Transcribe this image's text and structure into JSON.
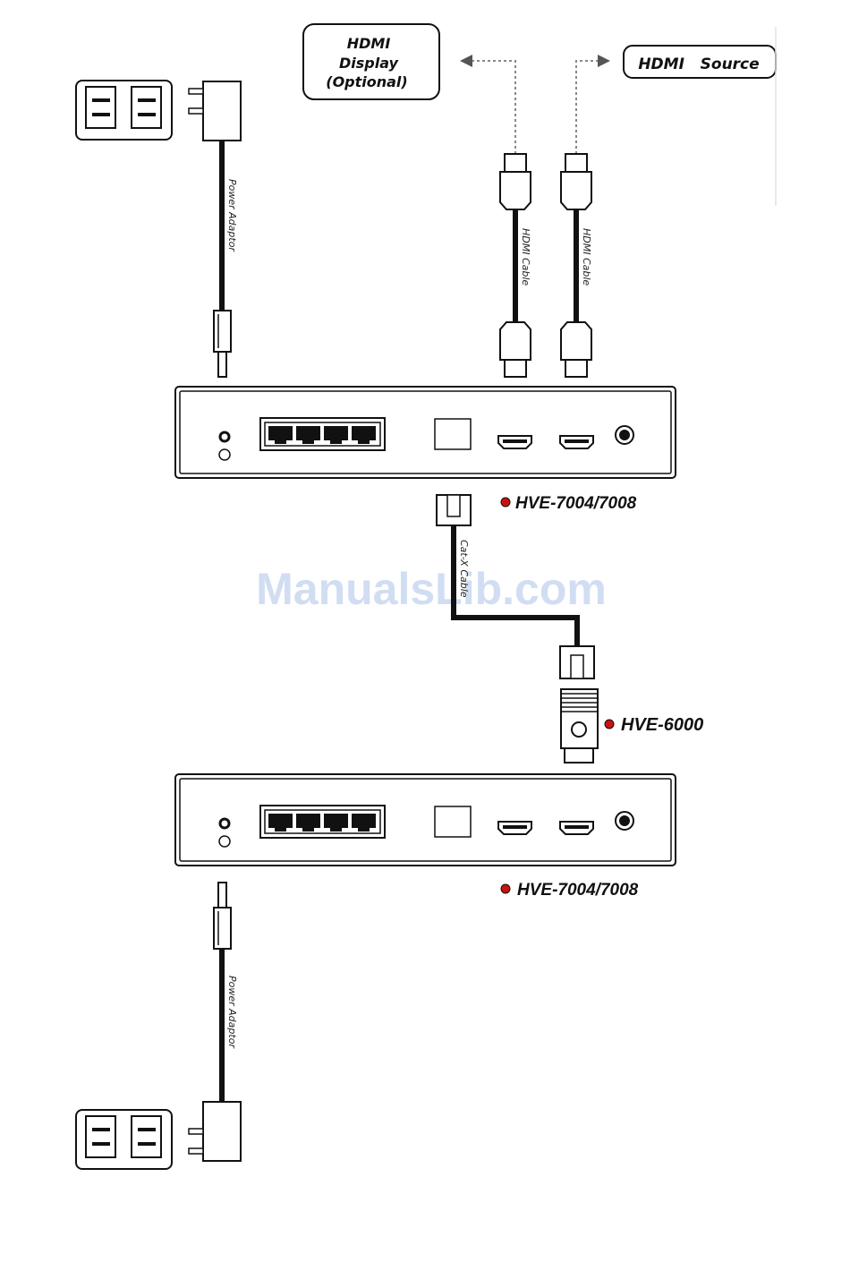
{
  "labels": {
    "hdmi_display": [
      "HDMI",
      "Display",
      "(Optional)"
    ],
    "hdmi_source": "HDMI   Source",
    "power_adaptor_top": "Power Adaptor",
    "power_adaptor_bottom": "Power Adaptor",
    "hdmi_cable_left": "HDMI Cable",
    "hdmi_cable_right": "HDMI Cable",
    "cat_cable": "Cat-X Cable",
    "model_top": "HVE-7004/7008",
    "model_adapter": "HVE-6000",
    "model_bottom": "HVE-7004/7008",
    "watermark": "ManualsLib.com"
  },
  "colors": {
    "line": "#111111",
    "bullet": "#cc1111",
    "watermark": "#c9d8f0",
    "dashed": "#888888"
  },
  "icons": [
    "wall-outlet-icon",
    "power-plug-icon",
    "dc-plug-icon",
    "hdmi-connector-icon",
    "rj45-connector-icon",
    "ethernet-port-icon",
    "hdmi-port-icon",
    "arrow-left-icon",
    "arrow-right-icon"
  ]
}
